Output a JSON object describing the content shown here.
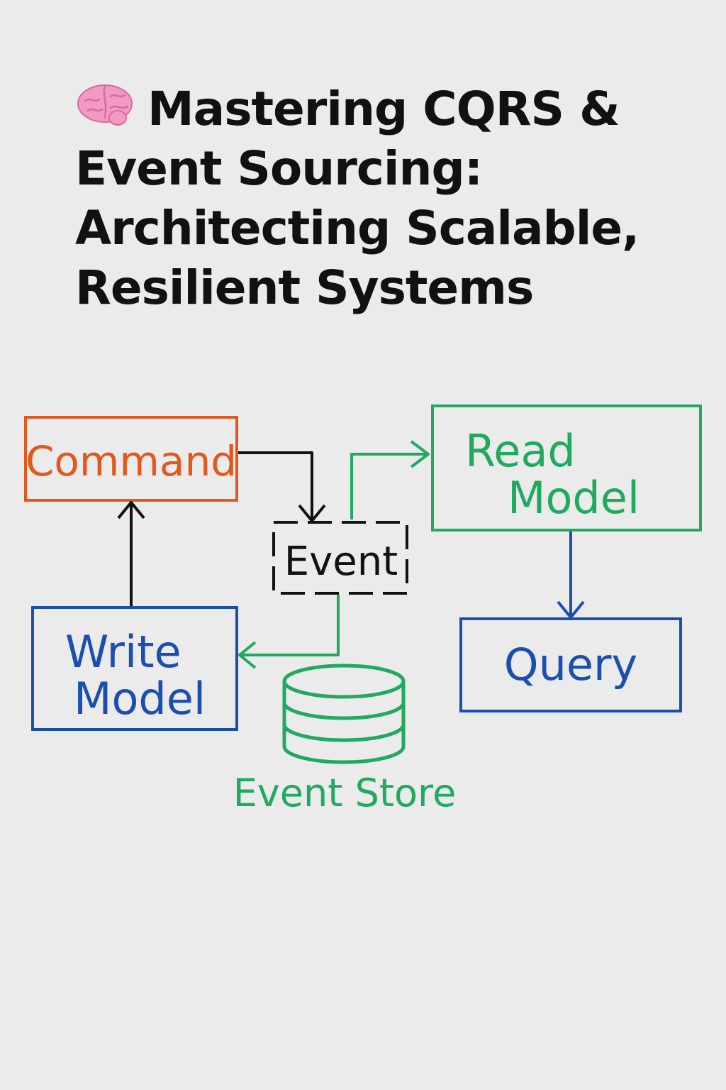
{
  "title": {
    "icon": "brain-icon",
    "text": "Mastering CQRS & Event Sourcing: Architecting Scalable, Resilient Systems"
  },
  "diagram": {
    "nodes": {
      "command": {
        "label": "Command",
        "color": "#e2581c"
      },
      "read_model": {
        "line1": "Read",
        "line2": "Model",
        "color": "#1faa5f"
      },
      "event": {
        "label": "Event",
        "color": "#111111"
      },
      "write_model": {
        "line1": "Write",
        "line2": "Model",
        "color": "#1a4fb0"
      },
      "query": {
        "label": "Query",
        "color": "#1a4fb0"
      },
      "event_store": {
        "label": "Event Store",
        "icon": "database-icon",
        "color": "#1faa5f"
      }
    },
    "edges": [
      {
        "from": "command",
        "to": "event"
      },
      {
        "from": "event",
        "to": "read_model"
      },
      {
        "from": "read_model",
        "to": "query"
      },
      {
        "from": "event",
        "to": "write_model"
      },
      {
        "from": "write_model",
        "to": "command"
      }
    ]
  }
}
